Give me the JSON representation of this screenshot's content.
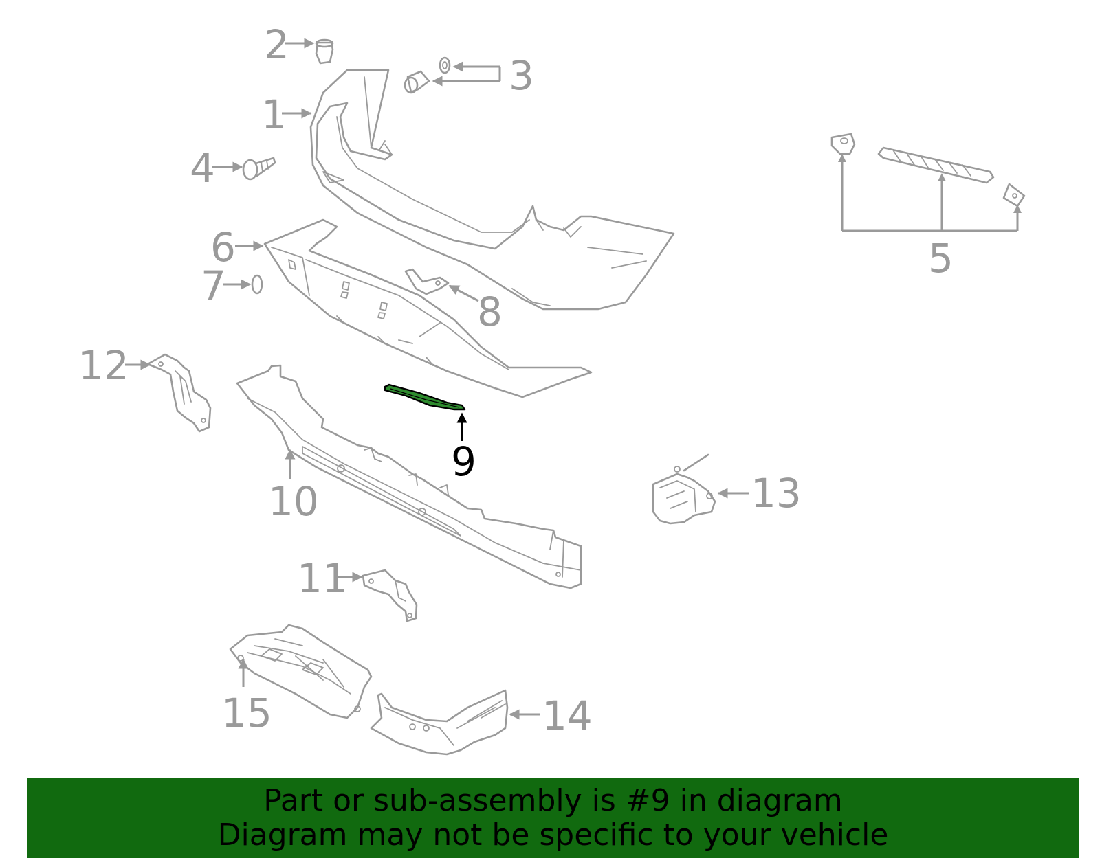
{
  "callouts": {
    "c1": "1",
    "c2": "2",
    "c3": "3",
    "c4": "4",
    "c5": "5",
    "c6": "6",
    "c7": "7",
    "c8": "8",
    "c9": "9",
    "c10": "10",
    "c11": "11",
    "c12": "12",
    "c13": "13",
    "c14": "14",
    "c15": "15"
  },
  "highlighted_part": "9",
  "colors": {
    "part_stroke": "#9a9a9a",
    "highlight": "#000000",
    "highlight_part_fill": "#2e8b2e",
    "banner_background": "#116a0f",
    "banner_text": "#000000"
  },
  "banner": {
    "line1": "Part or sub-assembly is #9 in diagram",
    "line2": "Diagram may not be specific to your vehicle"
  }
}
